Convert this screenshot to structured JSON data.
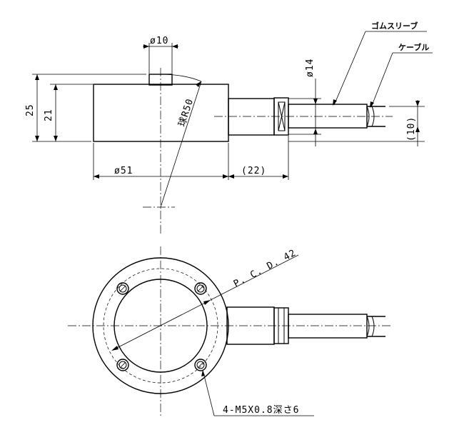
{
  "dimensions": {
    "top_dia": "ø10",
    "height_total": "25",
    "height_body": "21",
    "sphere_radius": "球R50",
    "cable_dia": "ø14",
    "body_dia": "ø51",
    "gland_length": "(22)",
    "cable_offset": "(10)",
    "pcd": "P. C. D. 42",
    "mount_holes": "4-M5X0.8深さ6"
  },
  "labels": {
    "rubber_sleeve": "ゴムスリーブ",
    "cable": "ケーブル"
  }
}
